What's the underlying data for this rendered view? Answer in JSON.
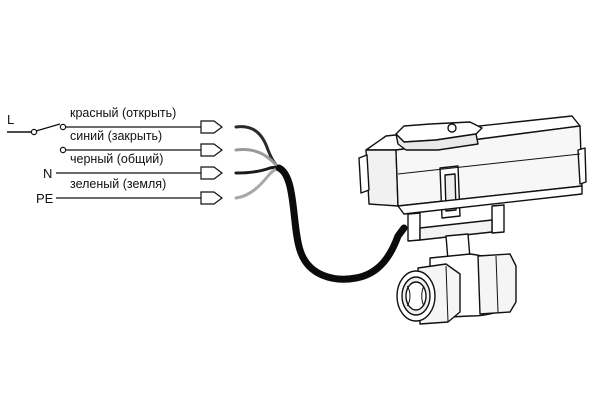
{
  "diagram": {
    "wires": [
      {
        "label": "красный (открыть)",
        "color": "#2a2a2a"
      },
      {
        "label": "синий (закрыть)",
        "color": "#9a9a9a"
      },
      {
        "label": "черный (общий)",
        "color": "#1a1a1a"
      },
      {
        "label": "зеленый (земля)",
        "color": "#a8a8a8"
      }
    ],
    "terminals": {
      "phase": "L",
      "neutral": "N",
      "ground": "PE"
    },
    "device": {
      "body_color": "#f4f4f4",
      "outline_color": "#111111",
      "cable_color": "#0b0b0b"
    }
  }
}
